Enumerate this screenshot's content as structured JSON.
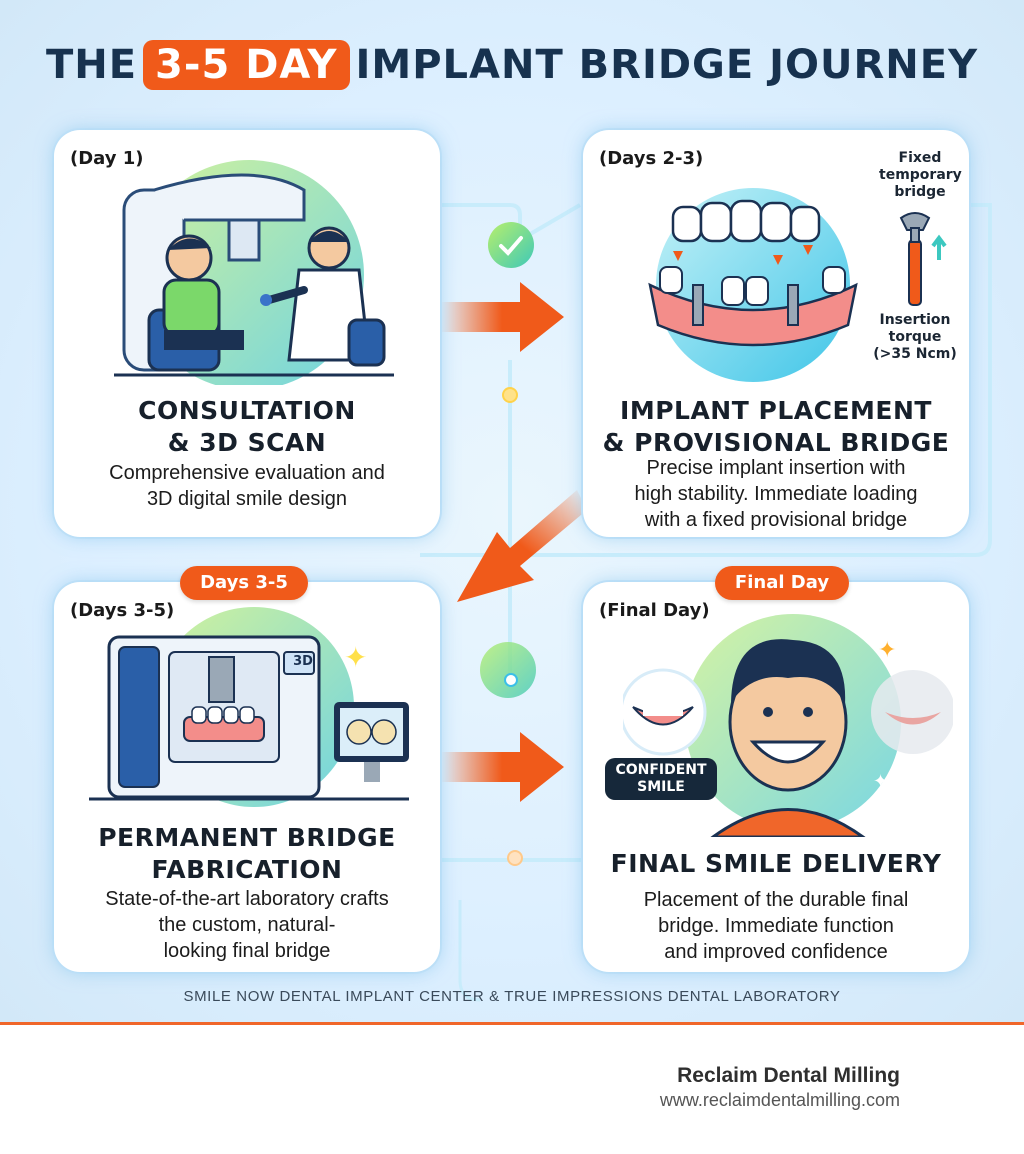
{
  "title": {
    "before": "THE",
    "highlight": "3-5 DAY",
    "after": "IMPLANT BRIDGE JOURNEY"
  },
  "steps": [
    {
      "day": "(Day 1)",
      "heading_1": "CONSULTATION",
      "heading_2": "& 3D SCAN",
      "desc_1": "Comprehensive evaluation and",
      "desc_2": "3D digital smile design"
    },
    {
      "day": "(Days 2-3)",
      "heading_1": "IMPLANT PLACEMENT",
      "heading_2": "& PROVISIONAL BRIDGE",
      "desc_1": "Precise implant insertion with",
      "desc_2": "high stability. Immediate loading",
      "desc_3": "with a fixed provisional bridge",
      "label_bridge_1": "Fixed",
      "label_bridge_2": "temporary",
      "label_bridge_3": "bridge",
      "label_torque_1": "Insertion",
      "label_torque_2": "torque",
      "label_torque_3": "(>35 Ncm)"
    },
    {
      "pill": "Days 3-5",
      "day": "(Days 3-5)",
      "heading_1": "PERMANENT BRIDGE",
      "heading_2": "FABRICATION",
      "desc_1": "State-of-the-art laboratory crafts",
      "desc_2": "the custom, natural-",
      "desc_3": "looking final bridge",
      "machine_label": "3D"
    },
    {
      "pill": "Final Day",
      "day": "(Final Day)",
      "heading_1": "FINAL SMILE DELIVERY",
      "desc_1": "Placement of the durable final",
      "desc_2": "bridge. Immediate function",
      "desc_3": "and improved confidence",
      "badge_1": "CONFIDENT",
      "badge_2": "SMILE"
    }
  ],
  "footer": "SMILE NOW DENTAL IMPLANT CENTER & TRUE IMPRESSIONS DENTAL LABORATORY",
  "brand": {
    "name": "Reclaim Dental Milling",
    "url": "www.reclaimdentalmilling.com"
  },
  "colors": {
    "accent": "#f05a1a",
    "navy": "#17324f",
    "teal": "#3cc8c0",
    "glow": "#8fd3f5"
  }
}
